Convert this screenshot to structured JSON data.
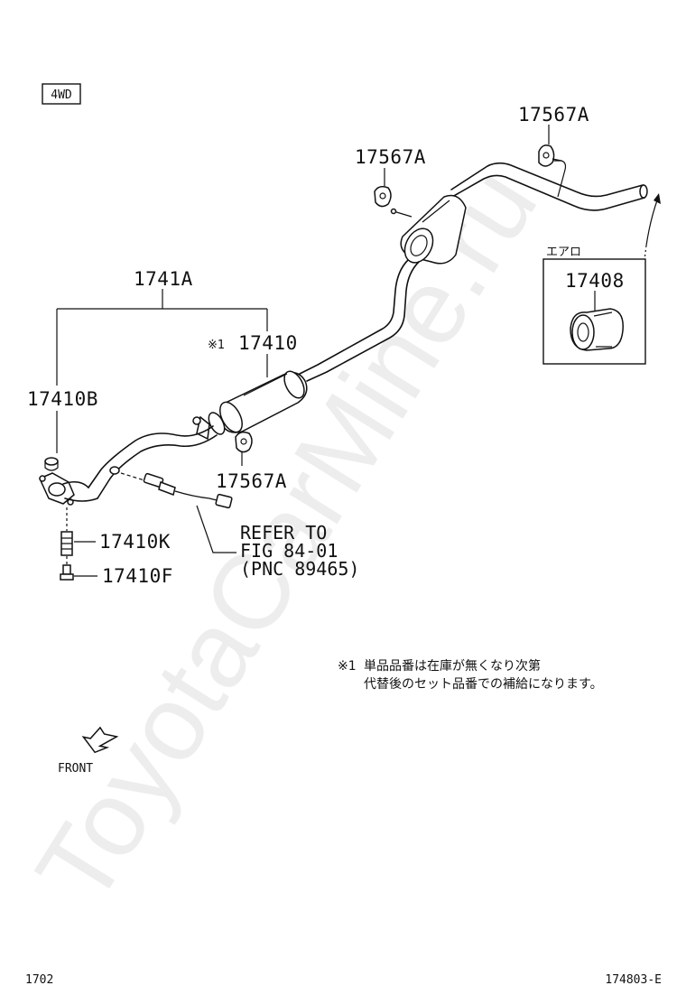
{
  "badge": "4WD",
  "labels": {
    "p1741A": "1741A",
    "p17410B": "17410B",
    "p17410": "17410",
    "note_mark": "※1",
    "p17567A_top": "17567A",
    "p17567A_mid": "17567A",
    "p17567A_low": "17567A",
    "p17410K": "17410K",
    "p17410F": "17410F",
    "p17408": "17408",
    "inset_title": "エアロ"
  },
  "refer": {
    "line1": "REFER TO",
    "line2": "FIG 84-01",
    "line3": "(PNC 89465)"
  },
  "note": {
    "mark": "※1",
    "line1": "単品品番は在庫が無くなり次第",
    "line2": "代替後のセット品番での補給になります。"
  },
  "front_label": "FRONT",
  "footer": {
    "left": "1702",
    "right": "174803-E"
  },
  "watermark": "ToyotaCarMine.ru"
}
